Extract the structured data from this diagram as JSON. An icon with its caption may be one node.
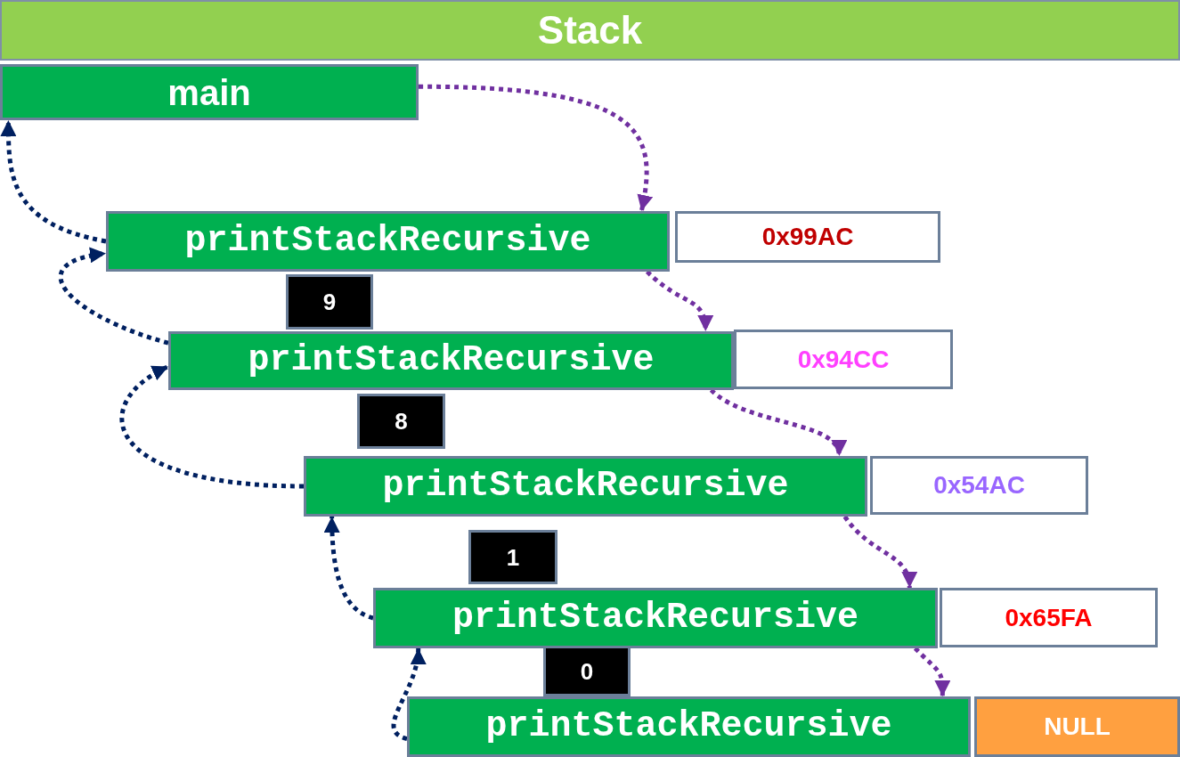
{
  "diagram": {
    "nodes": [
      {
        "text": [
          "Stack"
        ]
      },
      {
        "text": [
          "main"
        ]
      },
      {
        "text": [
          "printStackRecursive"
        ]
      },
      {
        "text": [
          "0x99AC"
        ]
      },
      {
        "text": [
          "9"
        ]
      },
      {
        "text": [
          "printStackRecursive"
        ]
      },
      {
        "text": [
          "0x94CC"
        ]
      },
      {
        "text": [
          "8"
        ]
      },
      {
        "text": [
          "printStackRecursive"
        ]
      },
      {
        "text": [
          "0x54AC"
        ]
      },
      {
        "text": [
          "1"
        ]
      },
      {
        "text": [
          "printStackRecursive"
        ]
      },
      {
        "text": [
          "0x65FA"
        ]
      },
      {
        "text": [
          "0"
        ]
      },
      {
        "text": [
          "printStackRecursive"
        ]
      },
      {
        "text": [
          "NULL"
        ]
      }
    ],
    "edges": [
      {
        "from": 1,
        "to": 2,
        "arrow": "to",
        "style": "dashed",
        "color": "#7030a0"
      },
      {
        "from": 2,
        "to": 5,
        "arrow": "to",
        "style": "dashed",
        "color": "#7030a0"
      },
      {
        "from": 5,
        "to": 8,
        "arrow": "to",
        "style": "dashed",
        "color": "#7030a0"
      },
      {
        "from": 8,
        "to": 11,
        "arrow": "to",
        "style": "dashed",
        "color": "#7030a0"
      },
      {
        "from": 11,
        "to": 14,
        "arrow": "to",
        "style": "dashed",
        "color": "#7030a0"
      },
      {
        "from": 2,
        "to": 1,
        "arrow": "to",
        "style": "dashed",
        "color": "#002060"
      },
      {
        "from": 5,
        "to": 2,
        "arrow": "to",
        "style": "dashed",
        "color": "#002060"
      },
      {
        "from": 8,
        "to": 5,
        "arrow": "to",
        "style": "dashed",
        "color": "#002060"
      },
      {
        "from": 11,
        "to": 8,
        "arrow": "to",
        "style": "dashed",
        "color": "#002060"
      },
      {
        "from": 14,
        "to": 11,
        "arrow": "to",
        "style": "dashed",
        "color": "#002060"
      }
    ]
  }
}
